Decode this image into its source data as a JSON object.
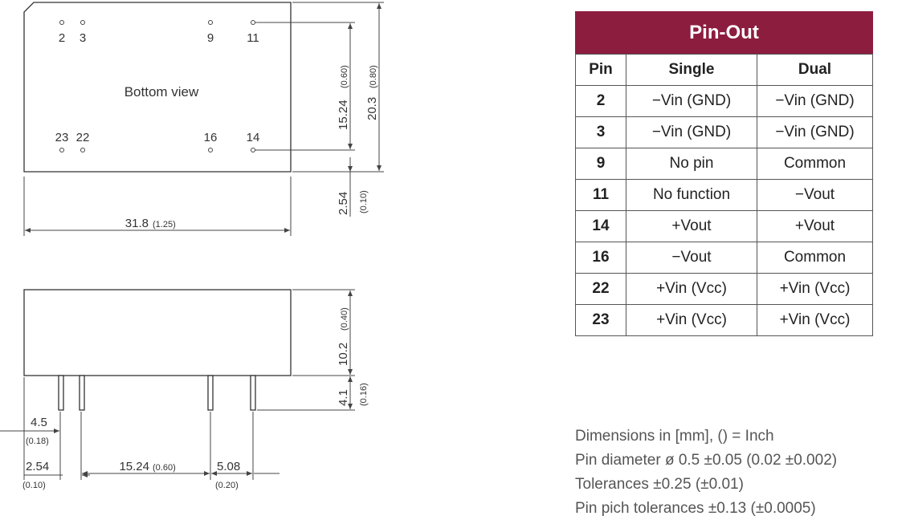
{
  "top_view": {
    "label": "Bottom view",
    "pins": [
      "2",
      "3",
      "9",
      "11",
      "23",
      "22",
      "16",
      "14"
    ],
    "width_dim": "31.8",
    "width_dim_inch": "(1.25)",
    "pitch_dim": "15.24",
    "pitch_dim_inch": "(0.60)",
    "height_dim": "20.3",
    "height_dim_inch": "(0.80)",
    "standoff_dim": "2.54",
    "standoff_dim_inch": "(0.10)"
  },
  "side_view": {
    "height_dim": "10.2",
    "height_dim_inch": "(0.40)",
    "pin_len_dim": "4.1",
    "pin_len_dim_inch": "(0.16)",
    "offset_dim": "4.5",
    "offset_dim_inch": "(0.18)",
    "pitch_small_dim": "2.54",
    "pitch_small_dim_inch": "(0.10)",
    "pitch_large_dim": "15.24",
    "pitch_large_dim_inch": "(0.60)",
    "pitch_end_dim": "5.08",
    "pitch_end_dim_inch": "(0.20)"
  },
  "pinout": {
    "title": "Pin-Out",
    "headers": [
      "Pin",
      "Single",
      "Dual"
    ],
    "rows": [
      [
        "2",
        "−Vin (GND)",
        "−Vin (GND)"
      ],
      [
        "3",
        "−Vin (GND)",
        "−Vin (GND)"
      ],
      [
        "9",
        "No pin",
        "Common"
      ],
      [
        "11",
        "No function",
        "−Vout"
      ],
      [
        "14",
        "+Vout",
        "+Vout"
      ],
      [
        "16",
        "−Vout",
        "Common"
      ],
      [
        "22",
        "+Vin (Vcc)",
        "+Vin (Vcc)"
      ],
      [
        "23",
        "+Vin (Vcc)",
        "+Vin (Vcc)"
      ]
    ]
  },
  "notes": [
    "Dimensions in [mm], () = Inch",
    "Pin diameter ø 0.5 ±0.05  (0.02 ±0.002)",
    "Tolerances  ±0.25 (±0.01)",
    "Pin pich tolerances ±0.13 (±0.0005)"
  ]
}
